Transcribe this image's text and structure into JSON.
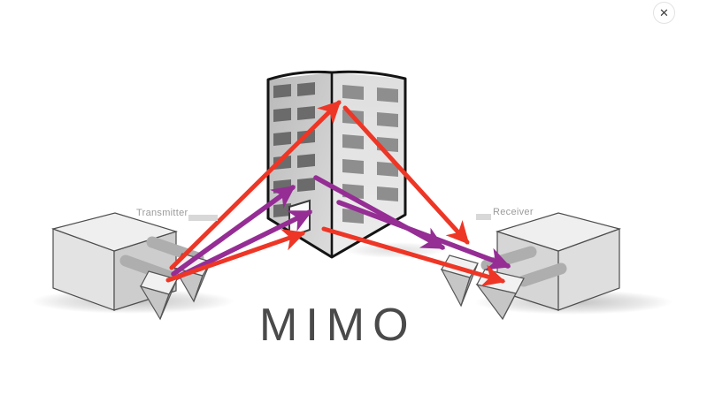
{
  "viewer": {
    "close_icon_glyph": "✕"
  },
  "diagram": {
    "title": "MIMO",
    "transmitter_label": "Transmitter",
    "receiver_label": "Receiver"
  },
  "colors": {
    "signal_red": "#ee3626",
    "signal_purple": "#952d95",
    "label_gray": "#9b9b9b",
    "title_gray": "#4a4a4a"
  }
}
